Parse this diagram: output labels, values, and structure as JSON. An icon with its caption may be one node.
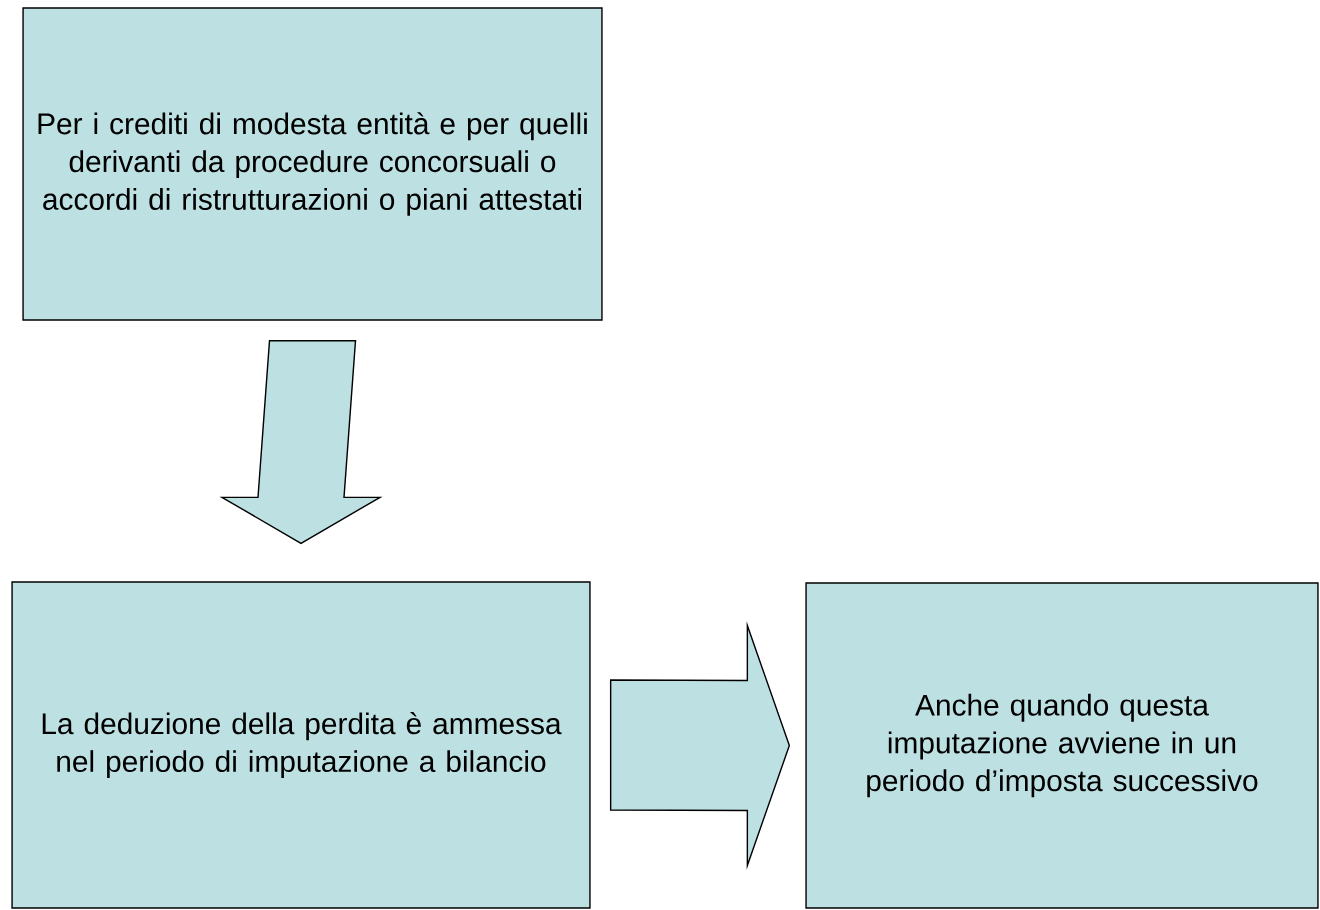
{
  "diagram": {
    "nodes": [
      {
        "text": [
          "Per i crediti di modesta entità e per quelli derivanti da procedure concorsuali o accordi di ristrutturazioni o piani attestati"
        ]
      },
      {
        "text": [
          "La deduzione della perdita è ammessa nel periodo di imputazione a bilancio"
        ]
      },
      {
        "text": [
          "Anche quando questa imputazione avviene in un periodo d’imposta successivo"
        ]
      }
    ],
    "edges": [
      {
        "from": 0,
        "to": 1,
        "arrow": "to"
      },
      {
        "from": 1,
        "to": 2,
        "arrow": "to"
      }
    ]
  }
}
